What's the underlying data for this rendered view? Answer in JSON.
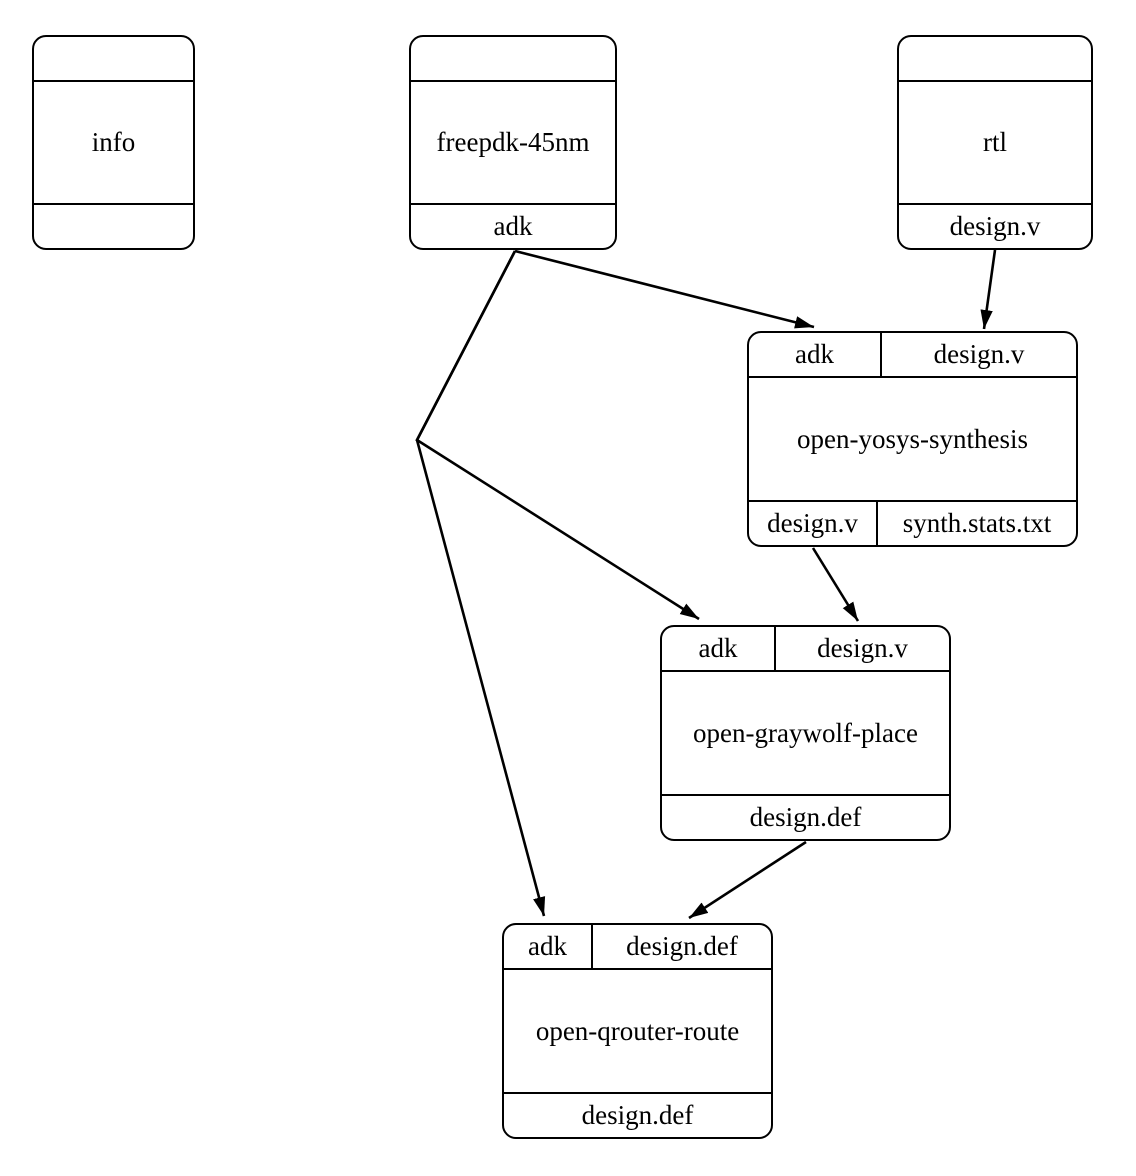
{
  "diagram": {
    "background_color": "#ffffff",
    "stroke_color": "#000000",
    "nodes": {
      "info": {
        "title": "info",
        "inputs": [],
        "outputs": []
      },
      "freepdk_45nm": {
        "title": "freepdk-45nm",
        "inputs": [],
        "outputs": [
          "adk"
        ]
      },
      "rtl": {
        "title": "rtl",
        "inputs": [],
        "outputs": [
          "design.v"
        ]
      },
      "open_yosys_synthesis": {
        "title": "open-yosys-synthesis",
        "inputs": [
          "adk",
          "design.v"
        ],
        "outputs": [
          "design.v",
          "synth.stats.txt"
        ]
      },
      "open_graywolf_place": {
        "title": "open-graywolf-place",
        "inputs": [
          "adk",
          "design.v"
        ],
        "outputs": [
          "design.def"
        ]
      },
      "open_qrouter_route": {
        "title": "open-qrouter-route",
        "inputs": [
          "adk",
          "design.def"
        ],
        "outputs": [
          "design.def"
        ]
      }
    },
    "edges": [
      {
        "from": "freepdk-45nm.adk",
        "to": "open-yosys-synthesis.adk"
      },
      {
        "from": "rtl.design.v",
        "to": "open-yosys-synthesis.design.v"
      },
      {
        "from": "freepdk-45nm.adk",
        "to": "open-graywolf-place.adk"
      },
      {
        "from": "freepdk-45nm.adk",
        "to": "open-qrouter-route.adk"
      },
      {
        "from": "open-yosys-synthesis.design.v",
        "to": "open-graywolf-place.design.v"
      },
      {
        "from": "open-graywolf-place.design.def",
        "to": "open-qrouter-route.design.def"
      }
    ]
  }
}
